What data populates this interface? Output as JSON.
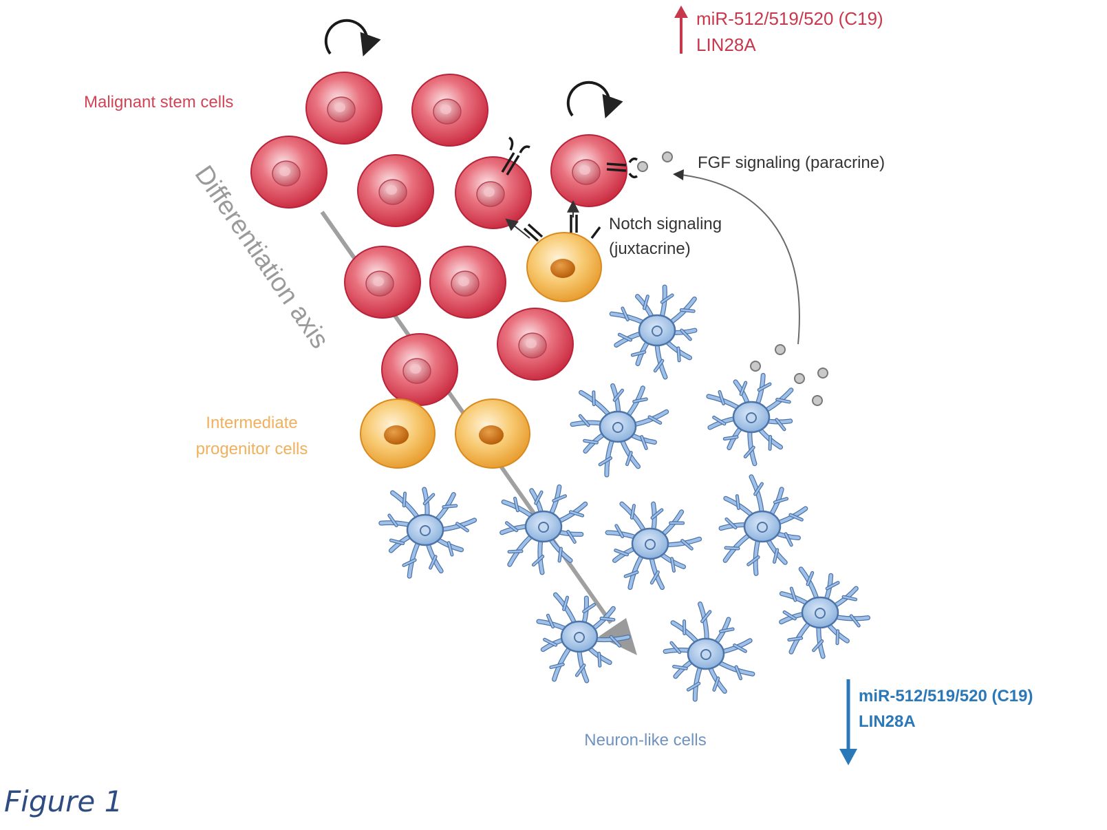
{
  "labels": {
    "malignant_stem_cells": "Malignant stem cells",
    "intermediate_progenitor_line1": "Intermediate",
    "intermediate_progenitor_line2": "progenitor cells",
    "neuron_like_cells": "Neuron-like cells",
    "differentiation_axis": "Differentiation axis",
    "fgf_signaling": "FGF signaling (paracrine)",
    "notch_line1": "Notch signaling",
    "notch_line2": "(juxtacrine)",
    "up_line1": "miR-512/519/520 (C19)",
    "up_line2": "LIN28A",
    "down_line1": "miR-512/519/520 (C19)",
    "down_line2": "LIN28A"
  },
  "caption": "Figure 1",
  "colors": {
    "stem": "#d93c52",
    "progenitor": "#f3b34f",
    "neuron": "#7fa8da",
    "up_arrow": "#c8384c",
    "down_arrow": "#2a78b8",
    "axis_arrow": "#9a9a9a",
    "caption": "#2e4c82"
  }
}
